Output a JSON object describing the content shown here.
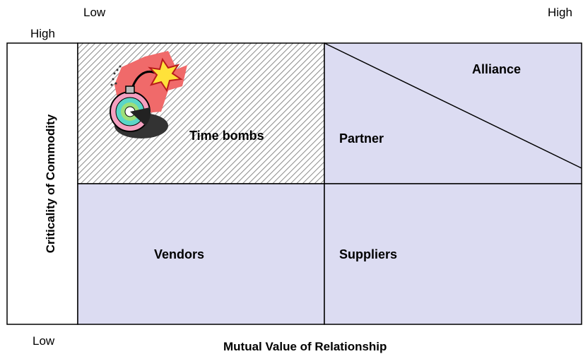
{
  "axes": {
    "x_low": "Low",
    "x_high": "High",
    "x_title": "Mutual Value of Relationship",
    "y_high": "High",
    "y_low": "Low",
    "y_title": "Criticality of Commodity"
  },
  "quadrants": {
    "top_left": "Time bombs",
    "top_right_lower": "Partner",
    "top_right_upper": "Alliance",
    "bottom_left": "Vendors",
    "bottom_right": "Suppliers"
  },
  "colors": {
    "fill": "#dcdcf2",
    "hatch": "#8a8a8a",
    "border": "#000000"
  },
  "icons": [
    "bomb-icon"
  ]
}
